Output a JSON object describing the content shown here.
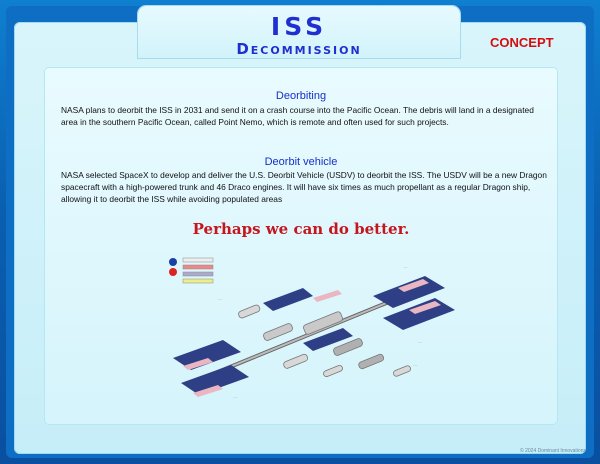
{
  "header": {
    "title": "ISS",
    "subtitle": "Decommission"
  },
  "badge": {
    "label": "CONCEPT",
    "color": "#d60d0d"
  },
  "sections": [
    {
      "heading": "Deorbiting",
      "body": "NASA plans to deorbit the ISS in 2031 and send it on a crash course into the Pacific Ocean. The debris will land in a designated area in the southern Pacific Ocean, called Point Nemo, which is remote and often used for such projects."
    },
    {
      "heading": "Deorbit vehicle",
      "body": "NASA selected SpaceX to develop and deliver the U.S. Deorbit Vehicle (USDV) to deorbit the ISS. The USDV will be a new Dragon spacecraft with a high-powered trunk and 46 Draco engines. It will have six times as much propellant as a regular Dragon ship, allowing it to deorbit the ISS while avoiding populated areas"
    }
  ],
  "tagline": "Perhaps we can do better.",
  "diagram": {
    "icon": "iss-configuration-diagram"
  },
  "footer": {
    "credit": "© 2024 Dominant Innovations"
  },
  "colors": {
    "background": "#0d6ec3",
    "panel": "#d2f3fb",
    "heading": "#1530c8",
    "tagline": "#c4161c"
  }
}
